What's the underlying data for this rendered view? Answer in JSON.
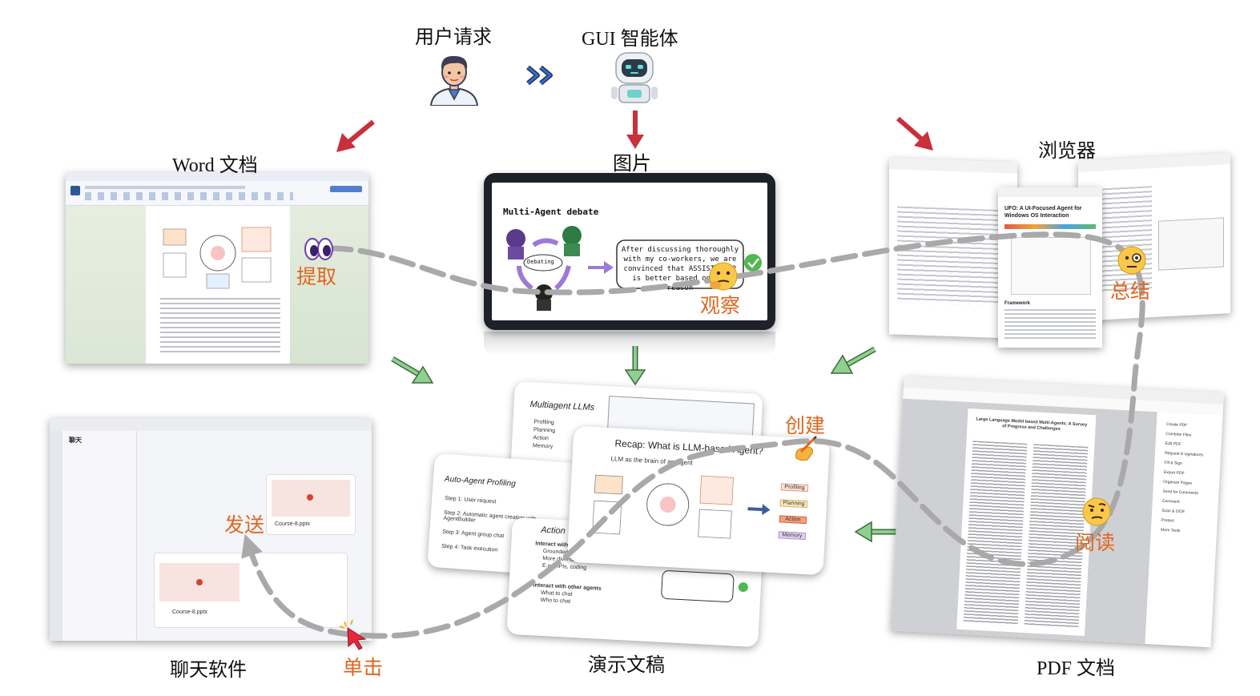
{
  "header": {
    "user_request": "用户请求",
    "gui_agent": "GUI 智能体"
  },
  "sources": {
    "word_doc": "Word 文档",
    "image": "图片",
    "browser": "浏览器",
    "chat_app": "聊天软件",
    "presentation": "演示文稿",
    "pdf_doc": "PDF 文档"
  },
  "actions": {
    "extract": "提取",
    "observe": "观察",
    "summarize": "总结",
    "create": "创建",
    "read": "阅读",
    "send": "发送",
    "click": "单击"
  },
  "image_panel": {
    "title": "Multi-Agent debate",
    "debating": "Debating",
    "bubble": "After discussing thoroughly with my co-workers, we are convinced that ASSISTANT 2 is better based on the reason"
  },
  "browser_panel": {
    "title": "UFO: A UI-Focused Agent for Windows OS Interaction",
    "framework": "Framework"
  },
  "slides": {
    "s1_title": "Multiagent LLMs",
    "s1_items": [
      "Profiling",
      "Planning",
      "Action",
      "Memory"
    ],
    "s2_title": "Auto-Agent Profiling",
    "s2_items": [
      "Step 1: User request",
      "Step 2: Automatic agent creation with AgentBuilder",
      "Step 3: Agent group chat",
      "Step 4: Task execution"
    ],
    "s3_title": "Recap: What is LLM-based Agent?",
    "s3_sub": "LLM as the brain of an Agent",
    "s3_tags": [
      "Profiling",
      "Planning",
      "Action",
      "Memory"
    ],
    "s4_title": "Action",
    "s4_items": [
      "Interact with environment",
      "Grounded on different environments",
      "More diverse skill set",
      "E.g., APIs, coding",
      "Interact with other agents",
      "What to chat",
      "Who to chat"
    ]
  },
  "chat_panel": {
    "title": "聊天",
    "file1": "Course-8.pptx",
    "file2": "Course-8.pptx"
  },
  "pdf_panel": {
    "title": "Large Language Model based Multi-Agents: A Survey of Progress and Challenges",
    "sidebar": [
      "Create PDF",
      "Combine Files",
      "Edit PDF",
      "Request E-signatures",
      "Fill & Sign",
      "Export PDF",
      "Organize Pages",
      "Send for Comments",
      "Comment",
      "Scan & OCR",
      "Protect",
      "More Tools"
    ]
  },
  "colors": {
    "arrow_red": "#c8303c",
    "arrow_green": "#7cc47f",
    "action_orange": "#e0661f",
    "path_gray": "#a9a9a9",
    "chevron_blue": "#2e6fd8"
  }
}
